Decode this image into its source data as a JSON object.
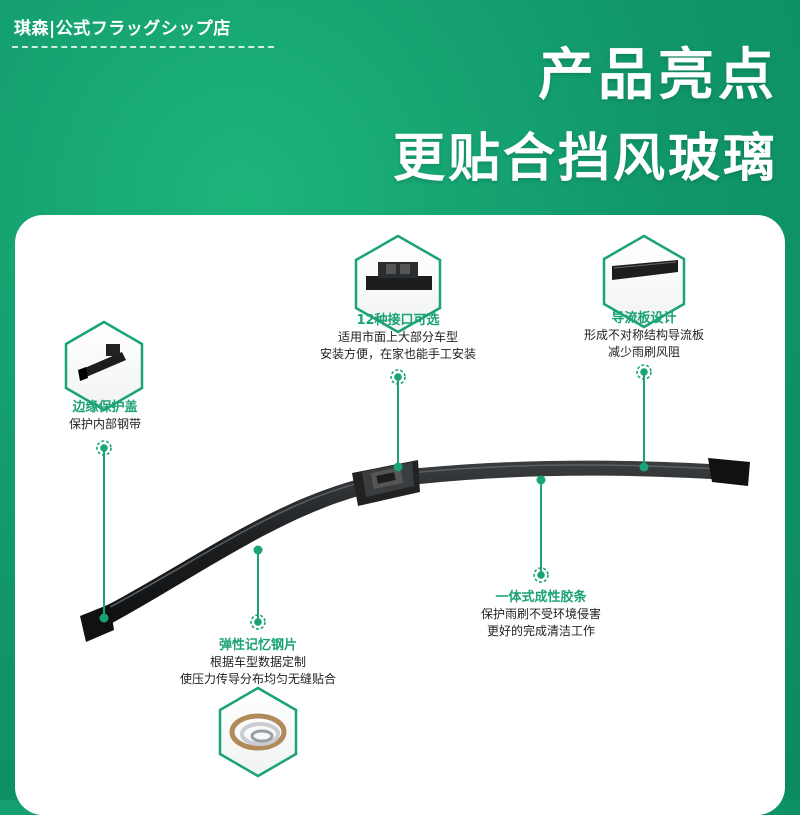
{
  "store": {
    "name": "琪森|公式フラッグシップ店"
  },
  "headline": {
    "line1": "产品亮点",
    "line2": "更贴合挡风玻璃"
  },
  "features": {
    "edge_cover": {
      "title": "边缘保护盖",
      "desc1": "保护内部钢带"
    },
    "connector": {
      "title": "12种接口可选",
      "desc1": "适用市面上大部分车型",
      "desc2": "安装方便，在家也能手工安装"
    },
    "spoiler": {
      "title": "导流板设计",
      "desc1": "形成不对称结构导流板",
      "desc2": "减少雨刷风阻"
    },
    "rubber": {
      "title": "一体式成性胶条",
      "desc1": "保护雨刷不受环境侵害",
      "desc2": "更好的完成清洁工作"
    },
    "steel": {
      "title": "弹性记忆钢片",
      "desc1": "根据车型数据定制",
      "desc2": "使压力传导分布均匀无缝贴合"
    }
  },
  "colors": {
    "brand_green": "#1aa374",
    "panel": "#ffffff",
    "blade": "#1b1d1f"
  }
}
